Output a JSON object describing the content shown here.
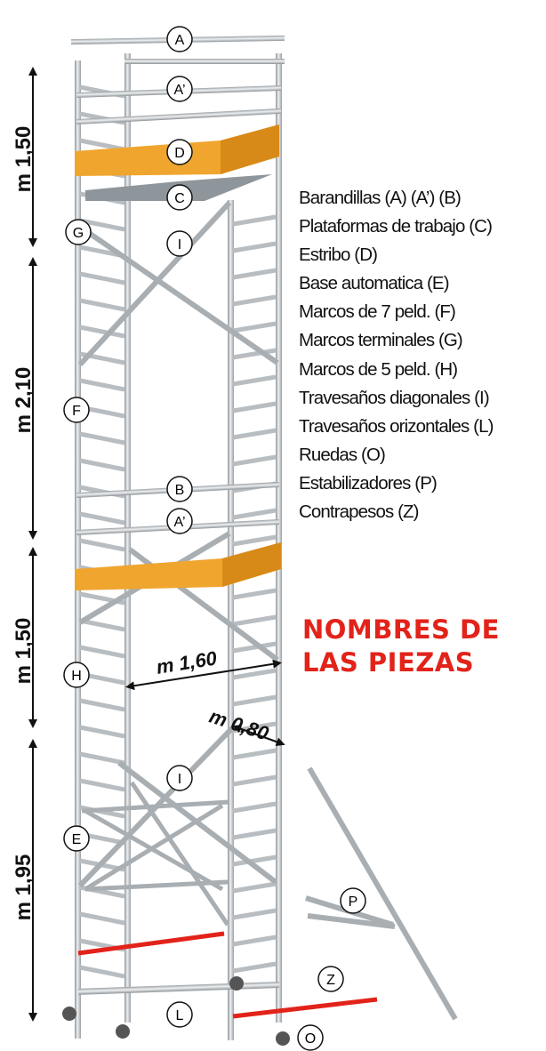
{
  "legend": [
    "Barandillas (A) (A’) (B)",
    "Plataformas de trabajo (C)",
    "Estribo (D)",
    "Base automatica (E)",
    "Marcos de 7 peld.  (F)",
    "Marcos terminales (G)",
    "Marcos de 5 peld. (H)",
    "Travesaños diagonales (I)",
    "Travesaños orizontales (L)",
    "Ruedas (O)",
    "Estabilizadores (P)",
    "Contrapesos (Z)"
  ],
  "heading": [
    "NOMBRES DE",
    "LAS PIEZAS"
  ],
  "dimensions": {
    "h1": "m 1,50",
    "h2": "m 2,10",
    "h3": "m 1,50",
    "h4": "m 1,95",
    "width": "m 1,60",
    "depth": "m 0,80"
  },
  "part_labels": {
    "a_top": "A",
    "a_prime_top": "A’",
    "d": "D",
    "c": "C",
    "g": "G",
    "i_upper": "I",
    "f": "F",
    "b": "B",
    "a_prime_mid": "A’",
    "h": "H",
    "i_lower": "I",
    "e": "E",
    "p": "P",
    "z": "Z",
    "l": "L",
    "o": "O"
  },
  "colors": {
    "platform": "#f0a52e",
    "platform_dark": "#c97d12",
    "tube": "#cfd3d6",
    "tube_dark": "#8d9398",
    "counterweight_bar": "#e2231a",
    "heading": "#e2231a"
  }
}
